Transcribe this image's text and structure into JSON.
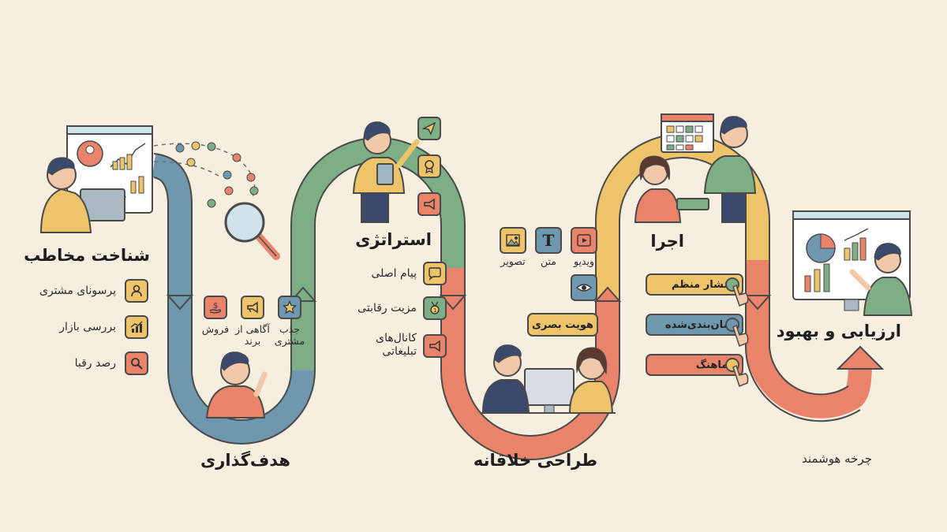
{
  "stages": {
    "audience": {
      "title": "شناخت مخاطب",
      "items": [
        "پرسونای مشتری",
        "بررسی بازار",
        "رصد رقبا"
      ],
      "icons": [
        "person-icon",
        "growth-chart-icon",
        "magnifier-icon"
      ]
    },
    "goals": {
      "title": "هدف‌گذاری",
      "items": [
        "جذب مشتری",
        "آگاهی از برند",
        "فروش"
      ],
      "icons": [
        "star-icon",
        "megaphone-icon",
        "money-hand-icon"
      ]
    },
    "strategy": {
      "title": "استراتژی",
      "items": [
        "پیام اصلی",
        "مزیت رقابتی",
        "کانال‌های تبلیغاتی"
      ],
      "icons": [
        "speech-bubble-icon",
        "medal-icon",
        "megaphone-icon"
      ]
    },
    "creative": {
      "title": "طراحی خلاقانه",
      "media": [
        "تصویر",
        "متن",
        "ویدیو"
      ],
      "icons": [
        "image-icon",
        "text-icon",
        "play-icon",
        "eye-icon"
      ],
      "badge": "هویت بصری"
    },
    "execution": {
      "title": "اجرا",
      "pills": [
        "انتشار منظم",
        "زمان‌بندی‌شده",
        "هماهنگ"
      ]
    },
    "evaluation": {
      "title": "ارزیابی و بهبود",
      "cycle": "چرخه هوشمند"
    }
  },
  "colors": {
    "background": "#f6eedf",
    "blue": "#6f97ad",
    "green": "#7eae86",
    "orange": "#e9846b",
    "yellow": "#eec46a",
    "outline": "#4a4a4a"
  }
}
